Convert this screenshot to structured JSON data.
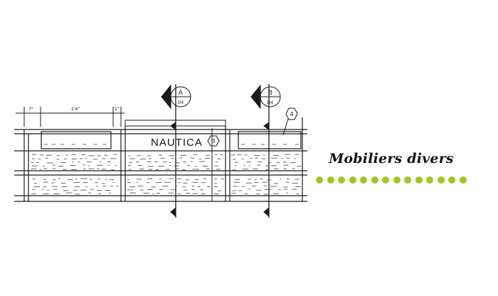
{
  "drawing": {
    "sign_text": "NAUTICA",
    "sign_tag": "3",
    "dimensions": [
      "7\"",
      "2'4\"",
      "1\""
    ],
    "section_a": {
      "letter": "A",
      "sheet": "D4"
    },
    "section_b": {
      "letter": "B",
      "sheet": "D4"
    },
    "detail_tag": "4",
    "line_color": "#1a1a1a"
  },
  "caption": {
    "title": "Mobiliers divers"
  },
  "decoration": {
    "dot_color": "#9dc822",
    "dot_count": 14
  }
}
